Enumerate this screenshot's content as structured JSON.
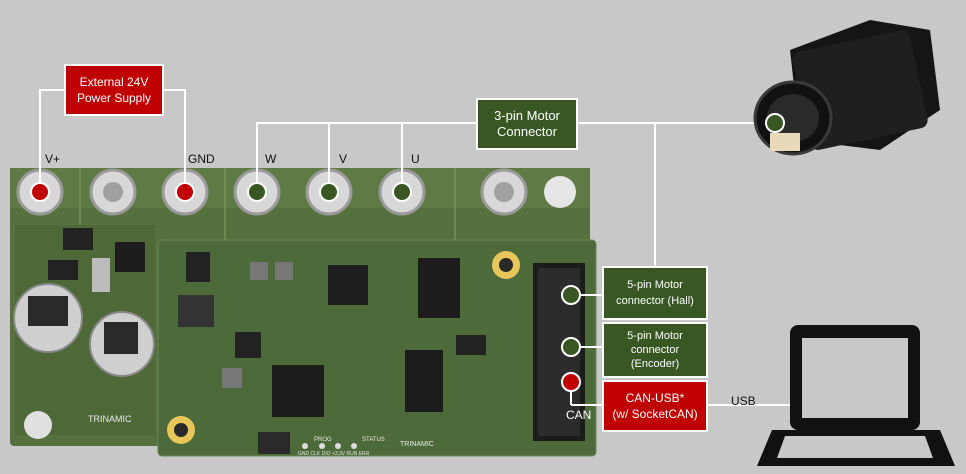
{
  "labels": {
    "power_supply": "External 24V\nPower Supply",
    "motor_3pin": "3-pin Motor\nConnector",
    "motor_5pin_hall": "5-pin Motor\nconnector (Hall)",
    "motor_5pin_encoder": "5-pin Motor\nconnector\n(Encoder)",
    "can_usb": "CAN-USB*\n(w/ SocketCAN)",
    "terminal_vplus": "V+",
    "terminal_gnd": "GND",
    "terminal_w": "W",
    "terminal_v": "V",
    "terminal_u": "U",
    "can": "CAN",
    "usb": "USB"
  },
  "board_text": {
    "brand_left": "TRINAMIC",
    "brand_right": "TRINAMIC",
    "status_row": "GND  CLK  DIO  +3.3V  RUN  ERR",
    "prog": "PROG",
    "status": "STATUS"
  },
  "colors": {
    "power_red": "#c00000",
    "connector_green": "#385723",
    "background": "#c8c8c8",
    "pcb_green": "#4d6b3a"
  }
}
